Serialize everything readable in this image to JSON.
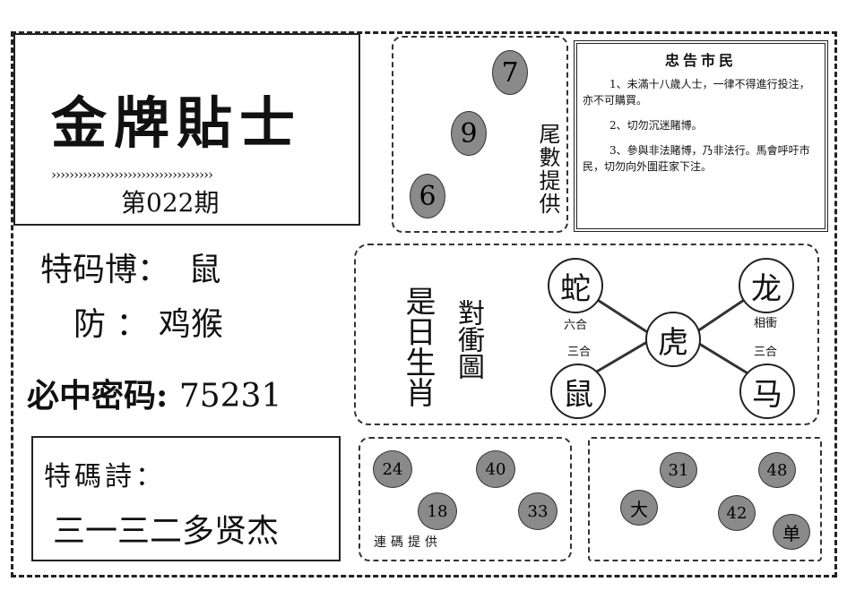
{
  "title": {
    "name": "金牌貼士",
    "chevrons": "››››››››››››››››››››››››››››››››››››",
    "issue": "第022期"
  },
  "picks": {
    "special_label": "特码博：",
    "special_value": "鼠",
    "guard_label": "防 ：",
    "guard_value": "鸡猴",
    "code_label": "必中密码:",
    "code_value": "75231"
  },
  "poem": {
    "label": "特碼詩：",
    "text": "三一三二多贤杰"
  },
  "tail": {
    "numbers": [
      "7",
      "9",
      "6"
    ],
    "caption": "尾數提供"
  },
  "notice": {
    "title": "忠告市民",
    "lines": [
      "1、未滿十八歲人士，一律不得進行投注，亦不可購買。",
      "2、切勿沉迷賭博。",
      "3、參與非法賭博，乃非法行。馬會呼吁市民，切勿向外圍莊家下注。"
    ]
  },
  "zodiac": {
    "caption1": "是日生肖",
    "caption2": "對衝圖",
    "center": "虎",
    "top_left": "蛇",
    "top_right": "龙",
    "bottom_left": "鼠",
    "bottom_right": "马",
    "label_tl": "六合",
    "label_bl": "三合",
    "label_tr": "相衝",
    "label_br": "三合"
  },
  "combo": {
    "numbers": [
      "24",
      "40",
      "18",
      "33"
    ],
    "caption": "連碼提供"
  },
  "extra": {
    "numbers": [
      "31",
      "48",
      "大",
      "42",
      "单"
    ]
  }
}
